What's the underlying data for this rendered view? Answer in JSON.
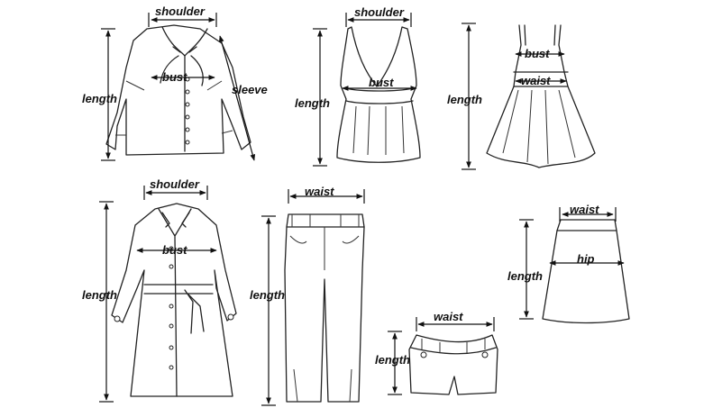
{
  "garments": [
    {
      "name": "blouse",
      "labels": {
        "shoulder": "shoulder",
        "bust": "bust",
        "length": "length",
        "sleeve": "sleeve"
      }
    },
    {
      "name": "tank-top",
      "labels": {
        "shoulder": "shoulder",
        "bust": "bust",
        "length": "length"
      }
    },
    {
      "name": "dress",
      "labels": {
        "bust": "bust",
        "waist": "waist",
        "length": "length"
      }
    },
    {
      "name": "coat",
      "labels": {
        "shoulder": "shoulder",
        "bust": "bust",
        "length": "length"
      }
    },
    {
      "name": "trousers",
      "labels": {
        "waist": "waist",
        "length": "length"
      }
    },
    {
      "name": "shorts",
      "labels": {
        "waist": "waist",
        "length": "length"
      }
    },
    {
      "name": "skirt",
      "labels": {
        "waist": "waist",
        "hip": "hip",
        "length": "length"
      }
    }
  ]
}
